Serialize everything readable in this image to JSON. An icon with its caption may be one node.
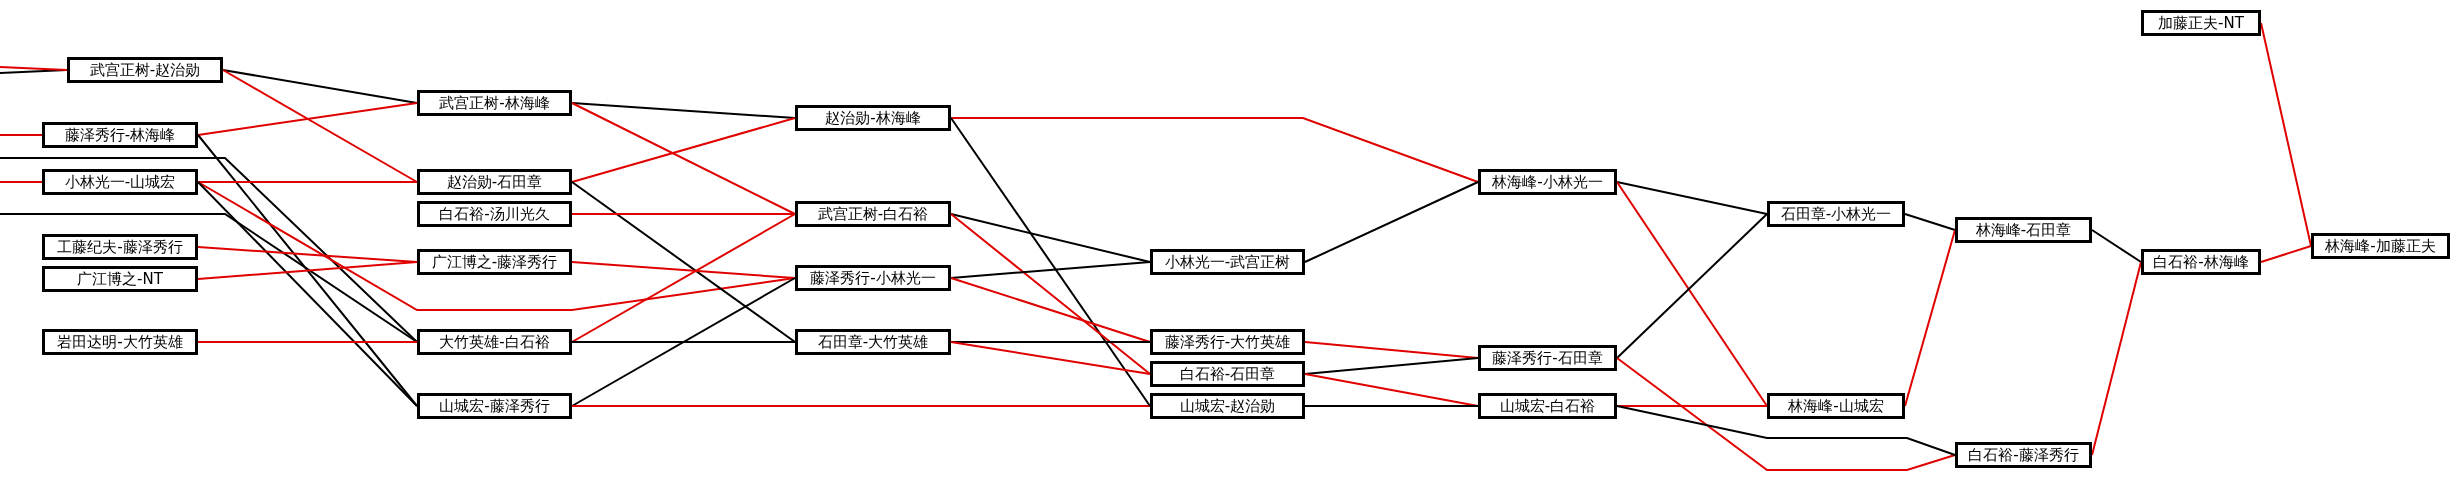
{
  "diagram": {
    "nodes": [
      {
        "text": [
          "武宫正树-赵治勋"
        ]
      },
      {
        "text": [
          "藤泽秀行-林海峰"
        ]
      },
      {
        "text": [
          "小林光一-山城宏"
        ]
      },
      {
        "text": [
          "工藤纪夫-藤泽秀行"
        ]
      },
      {
        "text": [
          "广江博之-NT"
        ]
      },
      {
        "text": [
          "岩田达明-大竹英雄"
        ]
      },
      {
        "text": [
          "武宫正树-林海峰"
        ]
      },
      {
        "text": [
          "赵治勋-石田章"
        ]
      },
      {
        "text": [
          "白石裕-汤川光久"
        ]
      },
      {
        "text": [
          "广江博之-藤泽秀行"
        ]
      },
      {
        "text": [
          "大竹英雄-白石裕"
        ]
      },
      {
        "text": [
          "山城宏-藤泽秀行"
        ]
      },
      {
        "text": [
          "赵治勋-林海峰"
        ]
      },
      {
        "text": [
          "武宫正树-白石裕"
        ]
      },
      {
        "text": [
          "藤泽秀行-小林光一"
        ]
      },
      {
        "text": [
          "石田章-大竹英雄"
        ]
      },
      {
        "text": [
          "小林光一-武宫正树"
        ]
      },
      {
        "text": [
          "藤泽秀行-大竹英雄"
        ]
      },
      {
        "text": [
          "白石裕-石田章"
        ]
      },
      {
        "text": [
          "山城宏-赵治勋"
        ]
      },
      {
        "text": [
          "林海峰-小林光一"
        ]
      },
      {
        "text": [
          "藤泽秀行-石田章"
        ]
      },
      {
        "text": [
          "山城宏-白石裕"
        ]
      },
      {
        "text": [
          "石田章-小林光一"
        ]
      },
      {
        "text": [
          "林海峰-山城宏"
        ]
      },
      {
        "text": [
          "林海峰-石田章"
        ]
      },
      {
        "text": [
          "白石裕-藤泽秀行"
        ]
      },
      {
        "text": [
          "加藤正夫-NT"
        ]
      },
      {
        "text": [
          "白石裕-林海峰"
        ]
      },
      {
        "text": [
          "林海峰-加藤正夫"
        ]
      }
    ],
    "edges": [
      {
        "from": null,
        "to": 0,
        "arrow": "none",
        "color": "#000000"
      },
      {
        "from": null,
        "to": 0,
        "arrow": "none"
      },
      {
        "from": null,
        "to": 1,
        "arrow": "none"
      },
      {
        "from": null,
        "to": 2,
        "arrow": "none"
      },
      {
        "from": null,
        "to": 10,
        "arrow": "none",
        "color": "#000000"
      },
      {
        "from": null,
        "to": 10,
        "arrow": "none",
        "color": "#000000"
      },
      {
        "from": 0,
        "to": 6,
        "arrow": "none",
        "color": "#000000"
      },
      {
        "from": 0,
        "to": 7,
        "arrow": "none"
      },
      {
        "from": 1,
        "to": 6,
        "arrow": "none"
      },
      {
        "from": 1,
        "to": 11,
        "arrow": "none",
        "color": "#000000"
      },
      {
        "from": 2,
        "to": 7,
        "arrow": "none"
      },
      {
        "from": 2,
        "to": 14,
        "arrow": "none"
      },
      {
        "from": 2,
        "to": 11,
        "arrow": "none",
        "color": "#000000"
      },
      {
        "from": 3,
        "to": 9,
        "arrow": "none"
      },
      {
        "from": 4,
        "to": 9,
        "arrow": "none"
      },
      {
        "from": 5,
        "to": 10,
        "arrow": "none"
      },
      {
        "from": 6,
        "to": 12,
        "arrow": "none",
        "color": "#000000"
      },
      {
        "from": 6,
        "to": 13,
        "arrow": "none"
      },
      {
        "from": 7,
        "to": 12,
        "arrow": "none"
      },
      {
        "from": 7,
        "to": 15,
        "arrow": "none",
        "color": "#000000"
      },
      {
        "from": 8,
        "to": 13,
        "arrow": "none"
      },
      {
        "from": 9,
        "to": 14,
        "arrow": "none"
      },
      {
        "from": 10,
        "to": 13,
        "arrow": "none"
      },
      {
        "from": 10,
        "to": 15,
        "arrow": "none",
        "color": "#000000"
      },
      {
        "from": 11,
        "to": 14,
        "arrow": "none",
        "color": "#000000"
      },
      {
        "from": 11,
        "to": 19,
        "arrow": "none"
      },
      {
        "from": 12,
        "to": 20,
        "arrow": "none"
      },
      {
        "from": 12,
        "to": 19,
        "arrow": "none",
        "color": "#000000"
      },
      {
        "from": 13,
        "to": 16,
        "arrow": "none",
        "color": "#000000"
      },
      {
        "from": 13,
        "to": 18,
        "arrow": "none"
      },
      {
        "from": 14,
        "to": 16,
        "arrow": "none",
        "color": "#000000"
      },
      {
        "from": 14,
        "to": 17,
        "arrow": "none"
      },
      {
        "from": 15,
        "to": 17,
        "arrow": "none",
        "color": "#000000"
      },
      {
        "from": 15,
        "to": 18,
        "arrow": "none"
      },
      {
        "from": 16,
        "to": 20,
        "arrow": "none",
        "color": "#000000"
      },
      {
        "from": 17,
        "to": 21,
        "arrow": "none"
      },
      {
        "from": 18,
        "to": 21,
        "arrow": "none",
        "color": "#000000"
      },
      {
        "from": 18,
        "to": 22,
        "arrow": "none"
      },
      {
        "from": 19,
        "to": 22,
        "arrow": "none",
        "color": "#000000"
      },
      {
        "from": 20,
        "to": 23,
        "arrow": "none",
        "color": "#000000"
      },
      {
        "from": 20,
        "to": 24,
        "arrow": "none"
      },
      {
        "from": 21,
        "to": 23,
        "arrow": "none",
        "color": "#000000"
      },
      {
        "from": 21,
        "to": 26,
        "arrow": "none"
      },
      {
        "from": 22,
        "to": 24,
        "arrow": "none"
      },
      {
        "from": 22,
        "to": 26,
        "arrow": "none",
        "color": "#000000"
      },
      {
        "from": 23,
        "to": 25,
        "arrow": "none",
        "color": "#000000"
      },
      {
        "from": 24,
        "to": 25,
        "arrow": "none"
      },
      {
        "from": 25,
        "to": 28,
        "arrow": "none",
        "color": "#000000"
      },
      {
        "from": 26,
        "to": 28,
        "arrow": "none"
      },
      {
        "from": 28,
        "to": 29,
        "arrow": "none"
      },
      {
        "from": 27,
        "to": 29,
        "arrow": "none"
      }
    ]
  }
}
